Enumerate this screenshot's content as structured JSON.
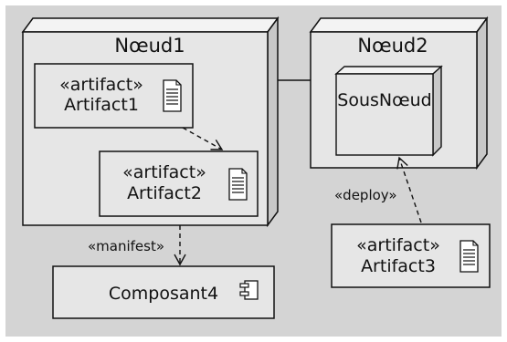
{
  "nodes": {
    "node1": {
      "name": "Nœud1"
    },
    "node2": {
      "name": "Nœud2"
    },
    "subnode": {
      "name": "SousNœud"
    }
  },
  "artifacts": {
    "artifact1": {
      "stereotype": "«artifact»",
      "name": "Artifact1"
    },
    "artifact2": {
      "stereotype": "«artifact»",
      "name": "Artifact2"
    },
    "artifact3": {
      "stereotype": "«artifact»",
      "name": "Artifact3"
    }
  },
  "component": {
    "name": "Composant4"
  },
  "relations": {
    "manifest": "«manifest»",
    "deploy": "«deploy»"
  },
  "icons": [
    "document-icon",
    "component-icon"
  ],
  "colors": {
    "background": "#d4d4d4",
    "box_fill": "#e6e6e6",
    "stroke": "#111111"
  }
}
